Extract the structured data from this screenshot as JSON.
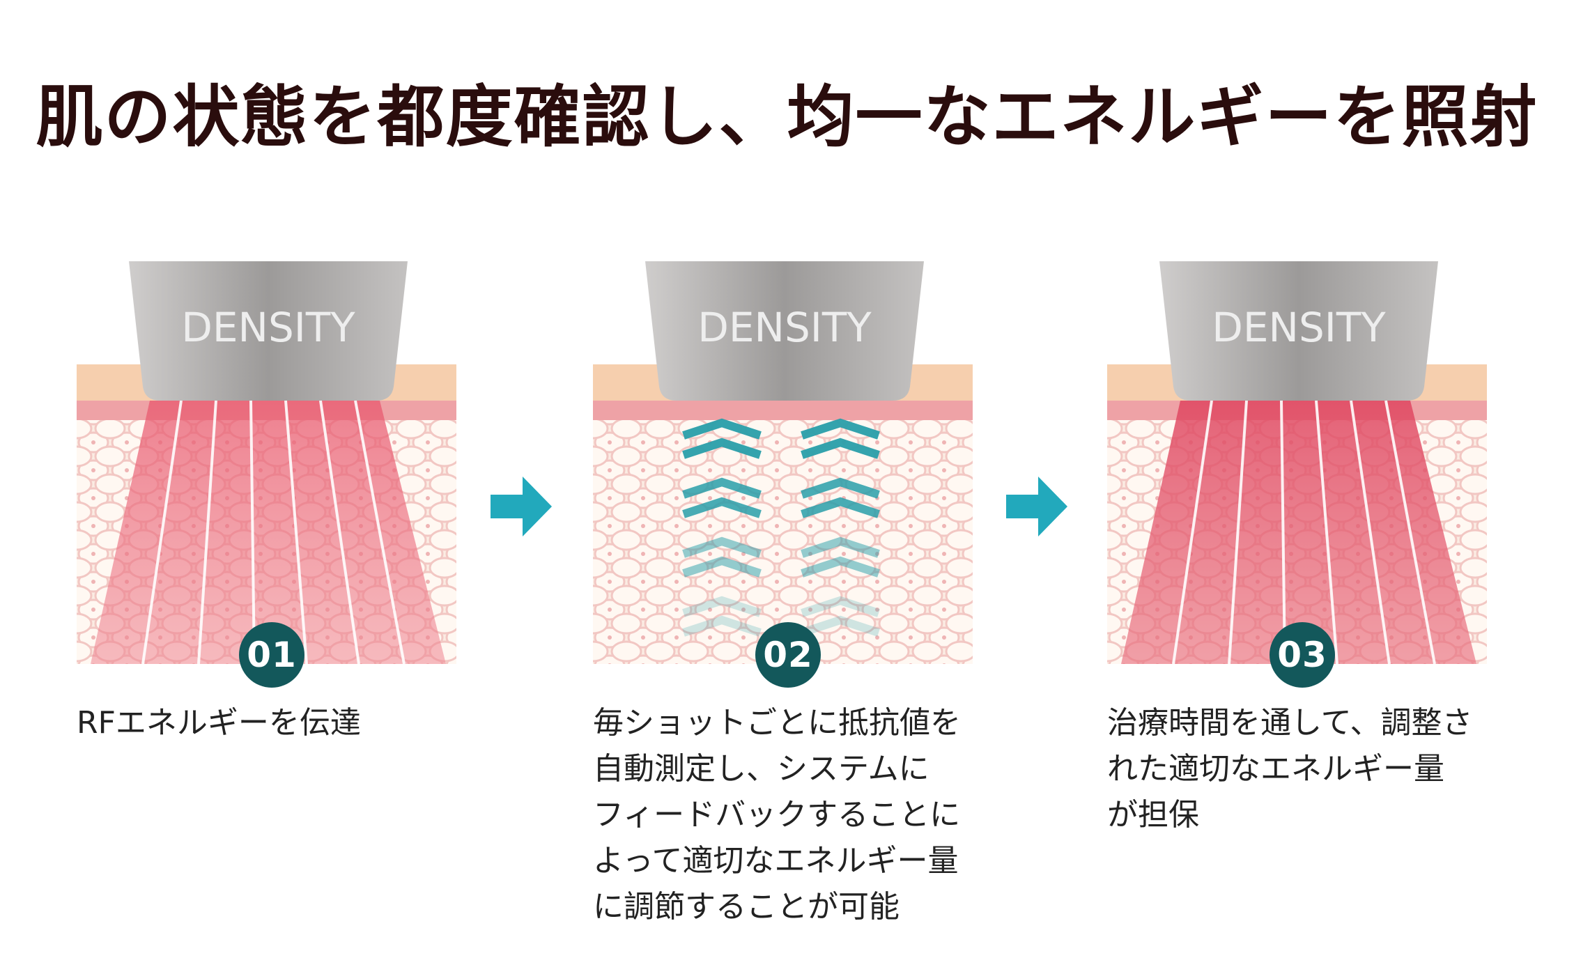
{
  "headline": "肌の状態を都度確認し、均一なエネルギーを照射",
  "device_label": "DENSITY",
  "steps": [
    {
      "number": "01",
      "caption": "RFエネルギーを伝達"
    },
    {
      "number": "02",
      "caption": "毎ショットごとに抵抗値を\n自動測定し、システムに\nフィードバックすることに\nよって適切なエネルギー量\nに調節することが可能"
    },
    {
      "number": "03",
      "caption": "治療時間を通して、調整さ\nれた適切なエネルギー量\nが担保"
    }
  ],
  "colors": {
    "headline": "#2a0d0d",
    "badge": "#13585b",
    "arrow": "#22a9bc",
    "feedback_chevron": "#2a9faa",
    "skin_surface": "#f6cfae",
    "skin_band": "#eea2a6",
    "tissue_bg": "#fbece3",
    "energy_beam": "#e45c72",
    "device": "#a8a6a5"
  },
  "icons": {
    "arrow": "right-arrow-icon",
    "device": "density-handpiece-icon",
    "feedback": "chevron-up-icon"
  }
}
